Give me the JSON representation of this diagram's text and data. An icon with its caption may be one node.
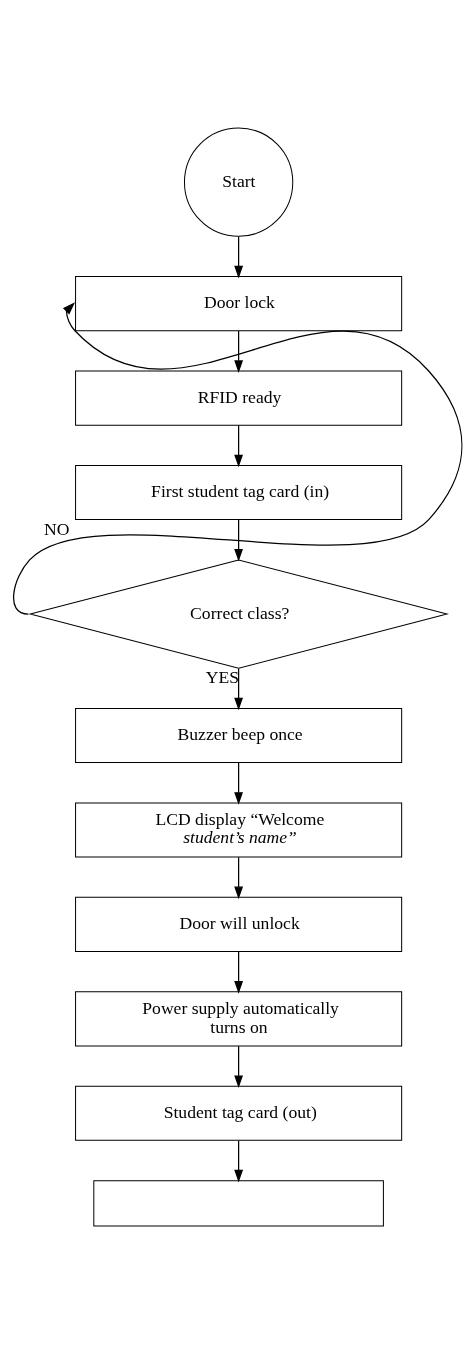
{
  "diagram": {
    "nodes": [
      {
        "text": [
          "Start"
        ]
      },
      {
        "text": [
          "Door lock"
        ]
      },
      {
        "text": [
          "RFID ready"
        ]
      },
      {
        "text": [
          "First student tag card (in)"
        ]
      },
      {
        "text": [
          "Correct class?"
        ]
      },
      {
        "text": [
          "Buzzer beep once"
        ]
      },
      {
        "text": [
          "LCD display “Welcome *student’s name”*"
        ]
      },
      {
        "text": [
          "Door will unlock"
        ]
      },
      {
        "text": [
          "Power supply automatically turns on"
        ]
      },
      {
        "text": [
          "Student tag card (out)"
        ]
      },
      {
        "text": [],
        "shape": "wave"
      }
    ],
    "edges": [
      {
        "from": 0,
        "to": 1,
        "arrow": "to"
      },
      {
        "from": 1,
        "to": 2,
        "arrow": "to"
      },
      {
        "from": 2,
        "to": 3,
        "arrow": "to"
      },
      {
        "from": 3,
        "to": 4,
        "arrow": "to"
      },
      {
        "from": 4,
        "to": 1,
        "arrow": "to",
        "label": "NO"
      },
      {
        "from": 4,
        "to": 5,
        "arrow": "to",
        "label": "YES"
      },
      {
        "from": 5,
        "to": 6,
        "arrow": "to"
      },
      {
        "from": 6,
        "to": 7,
        "arrow": "to"
      },
      {
        "from": 7,
        "to": 8,
        "arrow": "to"
      },
      {
        "from": 8,
        "to": 9,
        "arrow": "to"
      },
      {
        "from": 9,
        "to": 10,
        "arrow": "to"
      }
    ]
  }
}
